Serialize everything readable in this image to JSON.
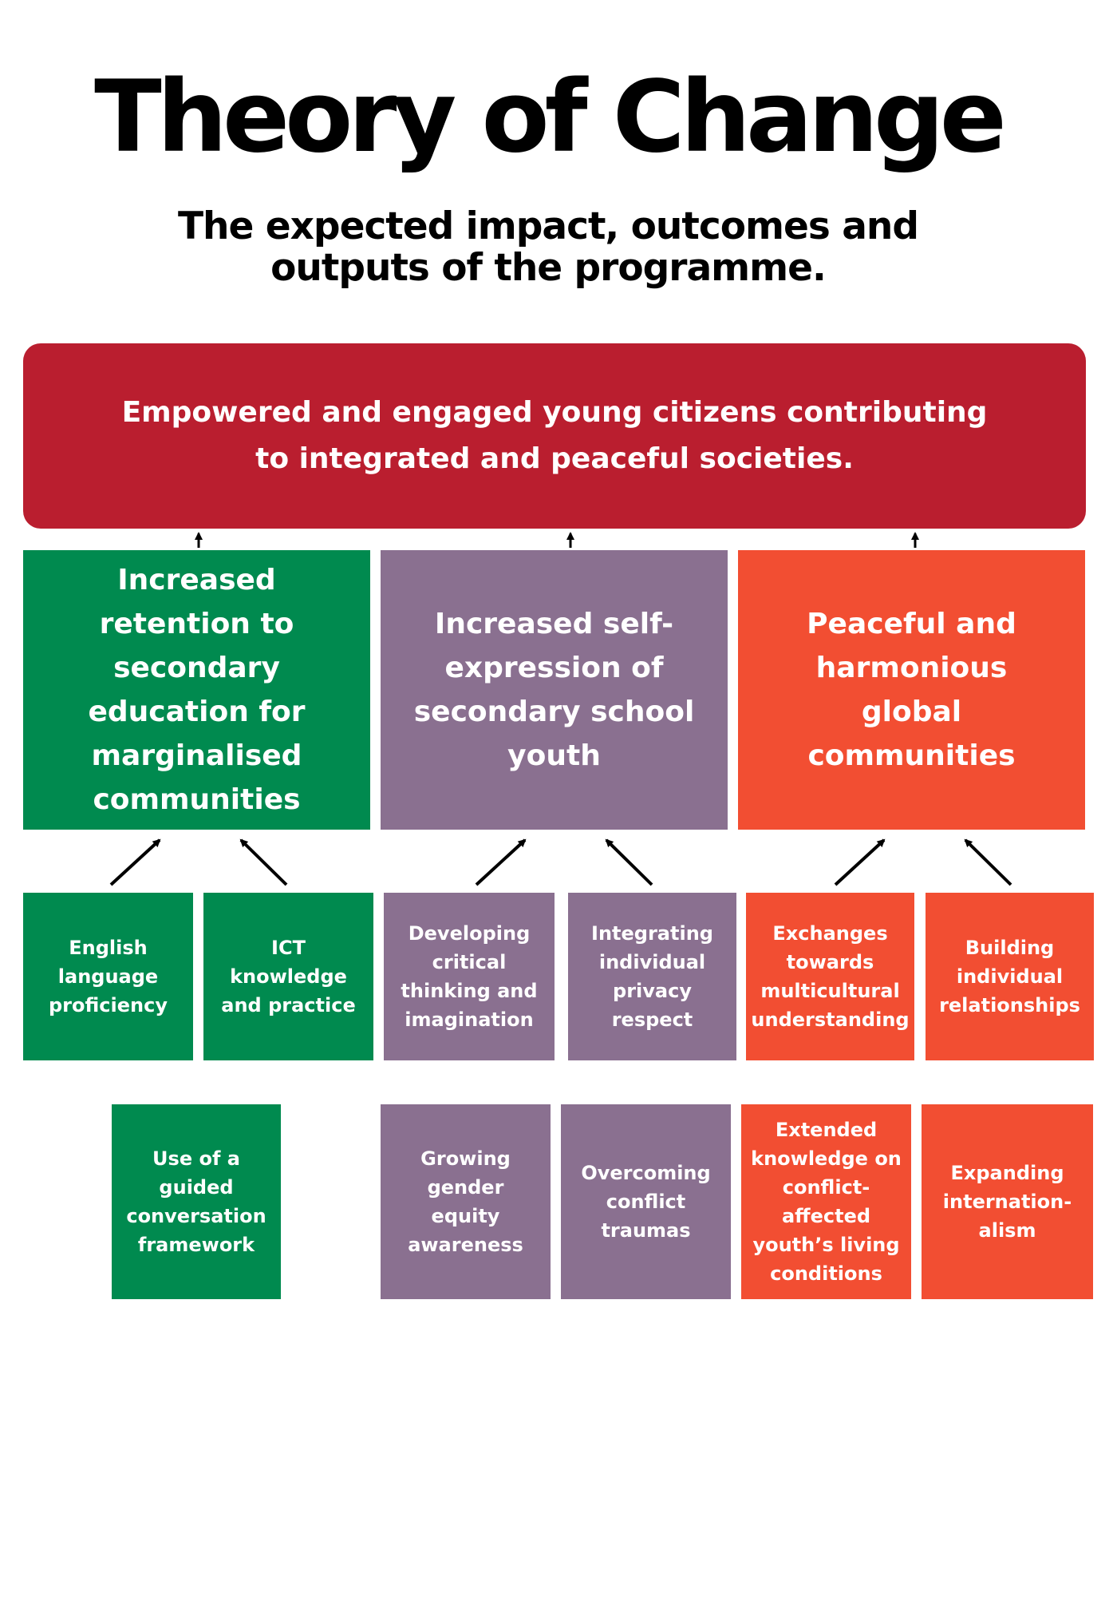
{
  "header": {
    "title": "Theory of Change",
    "subtitle_line1": "The expected impact, outcomes and",
    "subtitle_line2": "outputs of the programme."
  },
  "impact": {
    "text": "Empowered and engaged young citizens contributing to integrated and peaceful societies."
  },
  "outcomes": [
    {
      "text": "Increased retention to secondary education for marginalised communities",
      "color": "#008A4F"
    },
    {
      "text": "Increased self-expression of secondary school youth",
      "color": "#8A7090"
    },
    {
      "text": "Peaceful and harmonious global communities",
      "color": "#F24E32"
    }
  ],
  "outputs": {
    "green": [
      "English language proficiency",
      "ICT knowledge and practice",
      "Use of a guided conversation framework"
    ],
    "purple": [
      "Developing critical thinking and imagination",
      "Integrating individual privacy respect",
      "Growing gender equity awareness",
      "Overcoming conflict traumas"
    ],
    "orange": [
      "Exchanges towards multicultural understanding",
      "Building individual relationships",
      "Extended knowledge on conflict-affected youth’s living conditions",
      "Expanding internation-alism"
    ]
  },
  "colors": {
    "impact": "#BA1E2F",
    "green": "#008A4F",
    "purple": "#8A7090",
    "orange": "#F24E32"
  }
}
